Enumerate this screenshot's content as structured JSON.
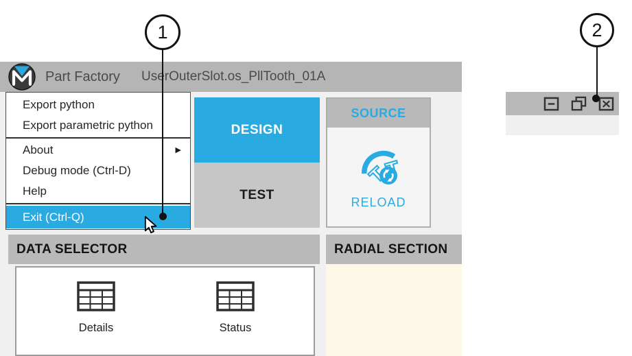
{
  "annotations": {
    "callout_1": "1",
    "callout_2": "2"
  },
  "window": {
    "title_bar": {
      "logo_icon": "m-logo",
      "app_name": "Part Factory",
      "document_name": "UserOuterSlot.os_PllTooth_01A"
    },
    "menu": {
      "items": [
        {
          "label": "Export python"
        },
        {
          "label": "Export parametric python"
        },
        {
          "label": "About",
          "submenu_arrow": "▶"
        },
        {
          "label": "Debug mode (Ctrl-D)"
        },
        {
          "label": "Help"
        },
        {
          "label": "Exit (Ctrl-Q)",
          "highlighted": true
        }
      ]
    },
    "tabs": [
      {
        "label": "DESIGN",
        "active": true
      },
      {
        "label": "TEST",
        "active": false
      }
    ],
    "source_panel": {
      "title": "SOURCE",
      "reload_icon": "slot-tooth-reload-icon",
      "button_label": "RELOAD"
    },
    "section_headers": {
      "left": "DATA SELECTOR",
      "right": "RADIAL SECTION"
    },
    "data_selector": {
      "items": [
        {
          "icon": "table-icon",
          "label": "Details"
        },
        {
          "icon": "table-icon",
          "label": "Status"
        }
      ]
    }
  },
  "window_controls": {
    "icons": [
      "minimize-icon",
      "restore-icon",
      "close-icon"
    ]
  },
  "colors": {
    "accent_blue": "#29abe2",
    "titlebar_gray": "#b5b5b5",
    "section_gray": "#b9b9b9",
    "canvas_cream": "#fdf8e8",
    "content_gray": "#f0f0f0"
  }
}
